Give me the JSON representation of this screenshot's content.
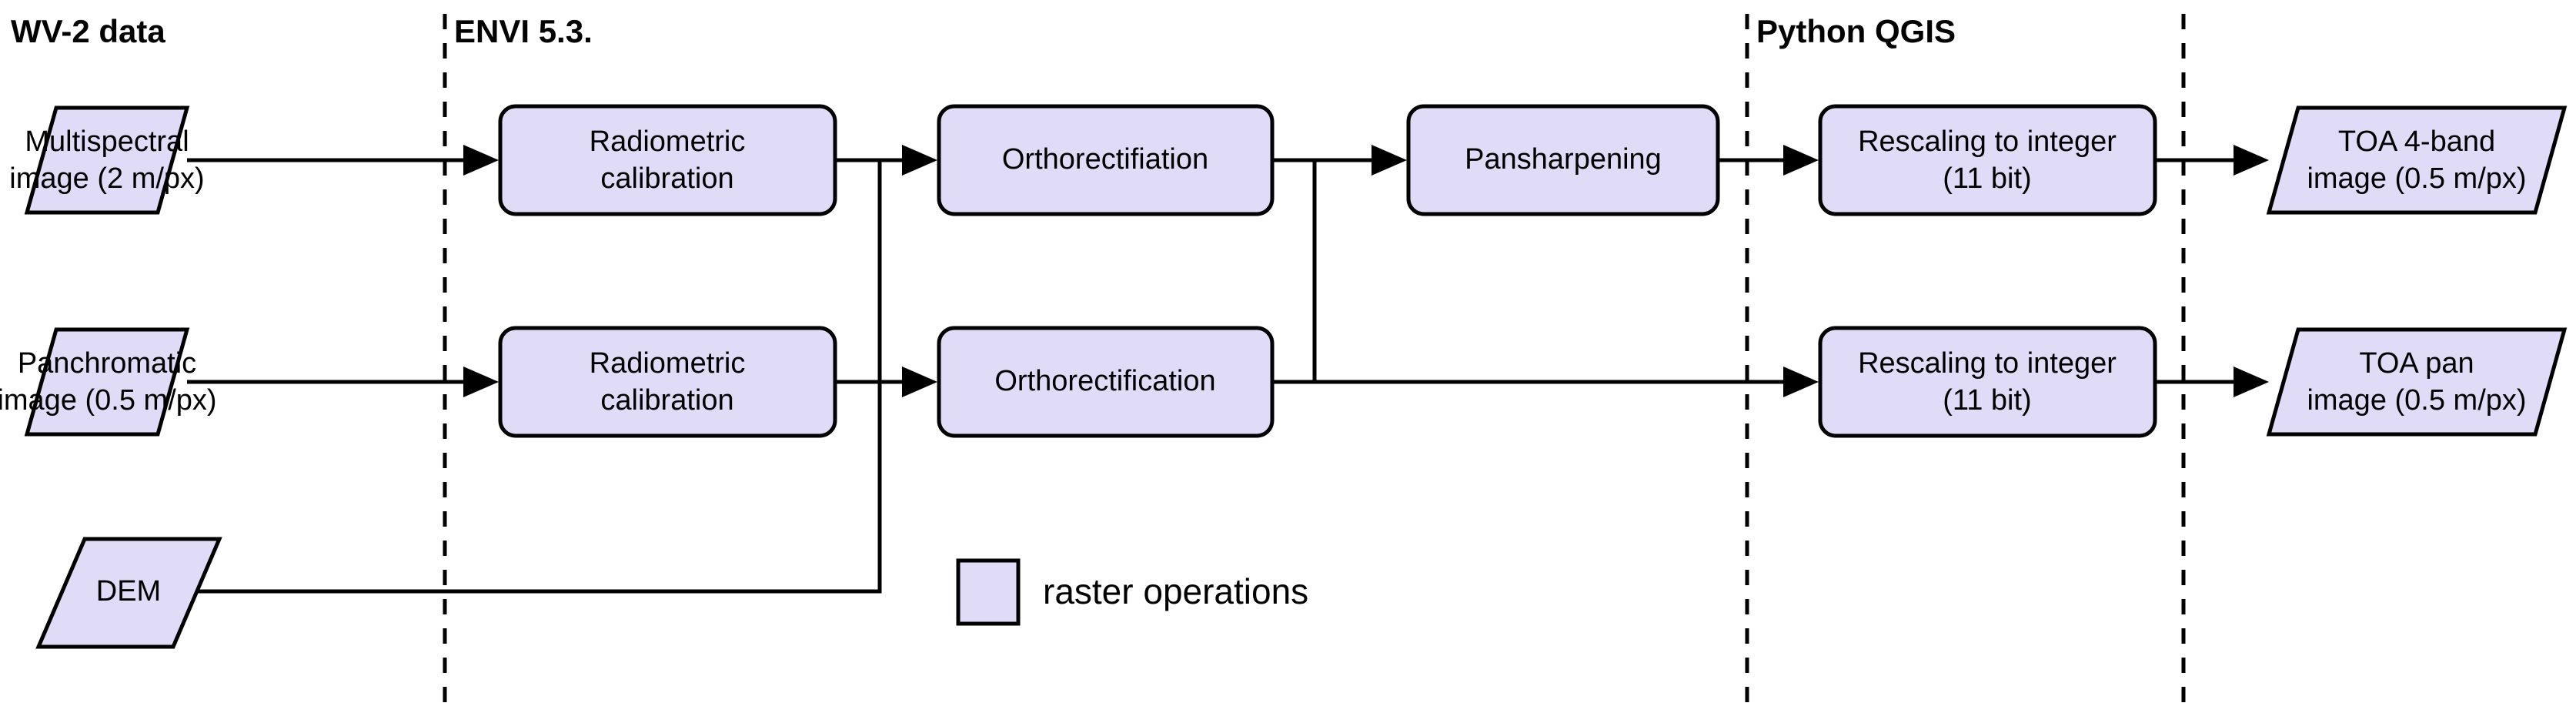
{
  "diagram": {
    "title_hidden": "",
    "colors": {
      "node_fill": "#E0DCF7",
      "node_stroke": "#000000",
      "connector": "#000000",
      "background": "#FFFFFF"
    },
    "lanes": [
      {
        "id": "wv2",
        "label": "WV-2 data"
      },
      {
        "id": "envi",
        "label": "ENVI 5.3."
      },
      {
        "id": "qgis",
        "label": "Python QGIS"
      }
    ],
    "nodes": {
      "multispectral_input": {
        "shape": "parallelogram",
        "line1": "Multispectral",
        "line2": "image (2 m/px)"
      },
      "panchromatic_input": {
        "shape": "parallelogram",
        "line1": "Panchromatic",
        "line2": "image (0.5 m/px)"
      },
      "dem_input": {
        "shape": "parallelogram",
        "line1": "DEM",
        "line2": ""
      },
      "radiometric_calibration_ms": {
        "shape": "rounded-rect",
        "line1": "Radiometric",
        "line2": "calibration"
      },
      "radiometric_calibration_pan": {
        "shape": "rounded-rect",
        "line1": "Radiometric",
        "line2": "calibration"
      },
      "orthorectification_ms": {
        "shape": "rounded-rect",
        "line1": "Orthorectifiation",
        "line2": ""
      },
      "orthorectification_pan": {
        "shape": "rounded-rect",
        "line1": "Orthorectification",
        "line2": ""
      },
      "pansharpening": {
        "shape": "rounded-rect",
        "line1": "Pansharpening",
        "line2": ""
      },
      "rescaling_ms": {
        "shape": "rounded-rect",
        "line1": "Rescaling to integer",
        "line2": "(11 bit)"
      },
      "rescaling_pan": {
        "shape": "rounded-rect",
        "line1": "Rescaling to integer",
        "line2": "(11 bit)"
      },
      "toa_4band_output": {
        "shape": "parallelogram",
        "line1": "TOA 4-band",
        "line2": "image (0.5 m/px)"
      },
      "toa_pan_output": {
        "shape": "parallelogram",
        "line1": "TOA pan",
        "line2": "image (0.5 m/px)"
      }
    },
    "legend": {
      "swatch_label": "raster operations"
    }
  }
}
